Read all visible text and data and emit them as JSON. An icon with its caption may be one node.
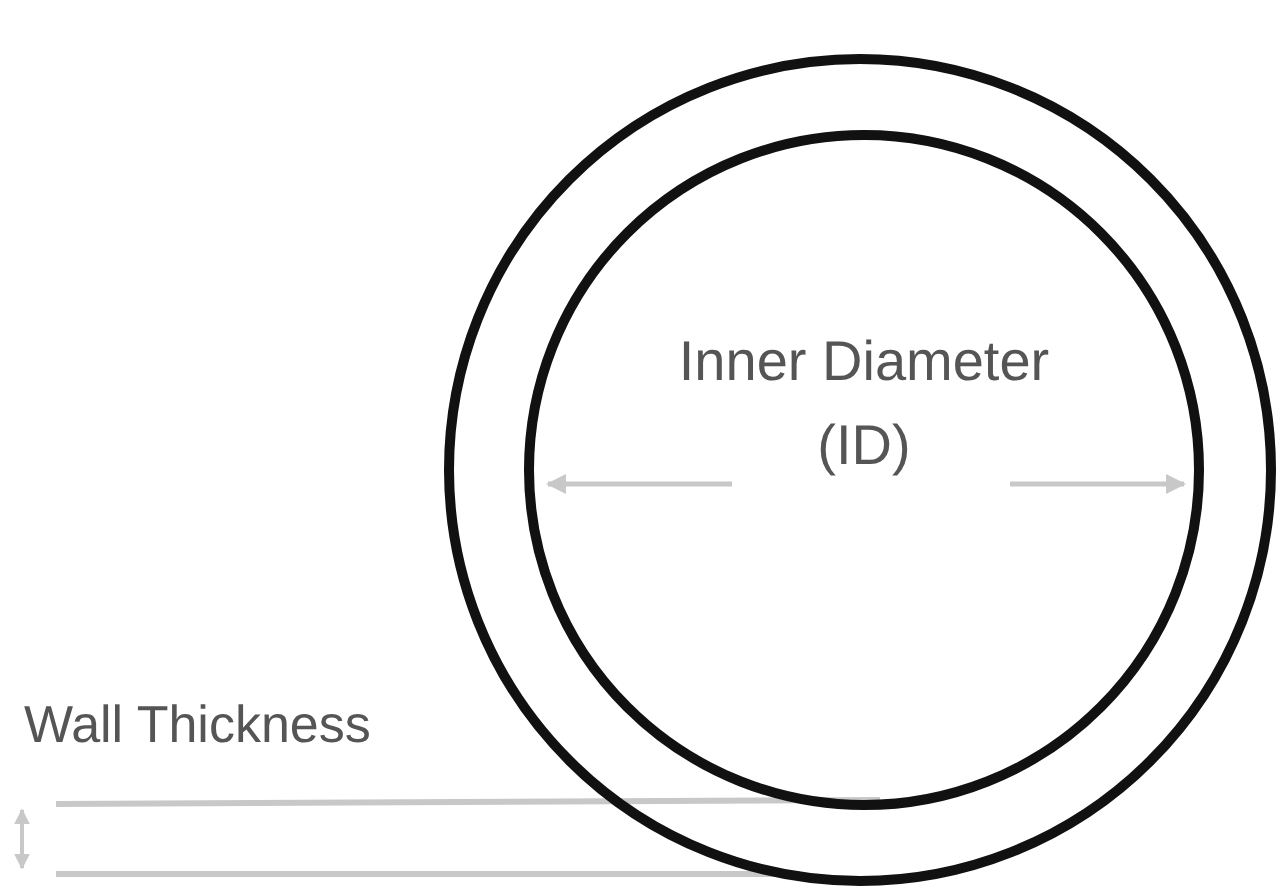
{
  "diagram": {
    "nodes": [
      {
        "text": [],
        "shape": "circle"
      },
      {
        "text": [
          "Inner Diameter (ID)"
        ],
        "in": 0
      }
    ],
    "labels": [
      "Wall Thickness"
    ]
  }
}
